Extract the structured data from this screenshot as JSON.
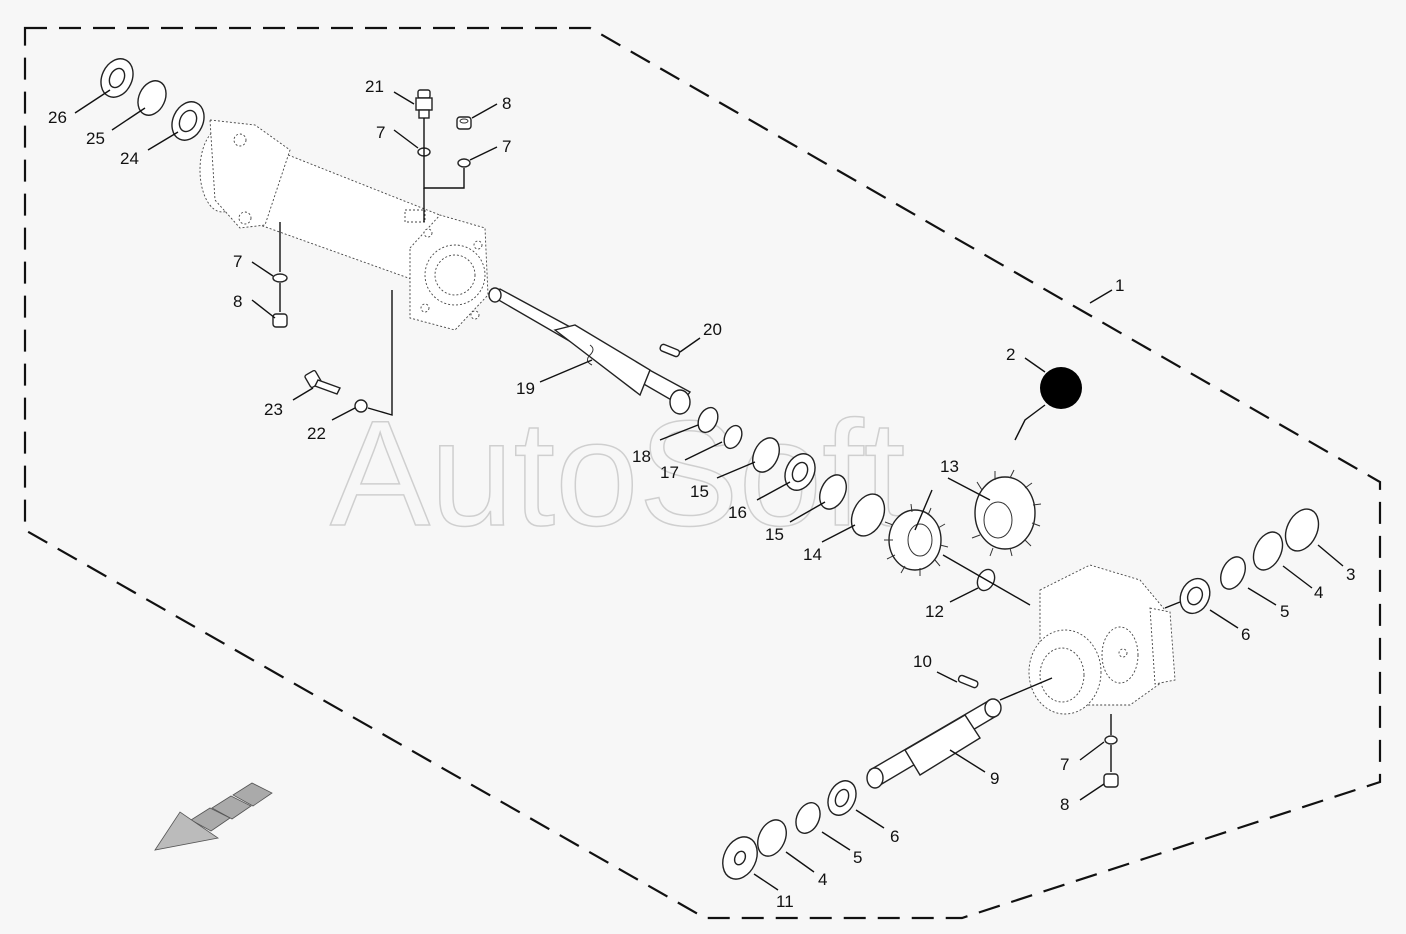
{
  "watermark": "AutoSoft",
  "callouts": [
    {
      "id": "c1",
      "text": "1"
    },
    {
      "id": "c2",
      "text": "2"
    },
    {
      "id": "c3",
      "text": "3"
    },
    {
      "id": "c4a",
      "text": "4"
    },
    {
      "id": "c4b",
      "text": "4"
    },
    {
      "id": "c5a",
      "text": "5"
    },
    {
      "id": "c5b",
      "text": "5"
    },
    {
      "id": "c6a",
      "text": "6"
    },
    {
      "id": "c6b",
      "text": "6"
    },
    {
      "id": "c7a",
      "text": "7"
    },
    {
      "id": "c7b",
      "text": "7"
    },
    {
      "id": "c7c",
      "text": "7"
    },
    {
      "id": "c7d",
      "text": "7"
    },
    {
      "id": "c8a",
      "text": "8"
    },
    {
      "id": "c8b",
      "text": "8"
    },
    {
      "id": "c8c",
      "text": "8"
    },
    {
      "id": "c9",
      "text": "9"
    },
    {
      "id": "c10",
      "text": "10"
    },
    {
      "id": "c11",
      "text": "11"
    },
    {
      "id": "c12",
      "text": "12"
    },
    {
      "id": "c13",
      "text": "13"
    },
    {
      "id": "c14",
      "text": "14"
    },
    {
      "id": "c15a",
      "text": "15"
    },
    {
      "id": "c15b",
      "text": "15"
    },
    {
      "id": "c16",
      "text": "16"
    },
    {
      "id": "c17",
      "text": "17"
    },
    {
      "id": "c18",
      "text": "18"
    },
    {
      "id": "c19",
      "text": "19"
    },
    {
      "id": "c20",
      "text": "20"
    },
    {
      "id": "c21",
      "text": "21"
    },
    {
      "id": "c22",
      "text": "22"
    },
    {
      "id": "c23",
      "text": "23"
    },
    {
      "id": "c24",
      "text": "24"
    },
    {
      "id": "c25",
      "text": "25"
    },
    {
      "id": "c26",
      "text": "26"
    }
  ]
}
